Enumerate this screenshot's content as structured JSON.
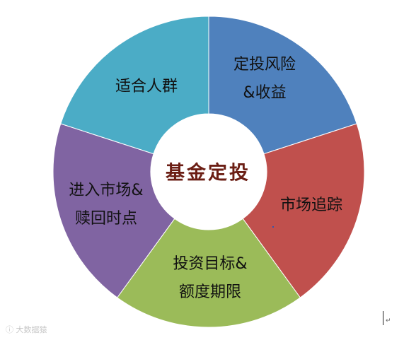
{
  "diagram": {
    "center_title": "基金定投",
    "segments": [
      {
        "label": "定投风险\n&收益",
        "color": "#4f81bd"
      },
      {
        "label": "市场追踪",
        "color": "#c0504d"
      },
      {
        "label": "投资目标&\n额度期限",
        "color": "#9bbb59"
      },
      {
        "label": "进入市场&\n赎回时点",
        "color": "#8064a2"
      },
      {
        "label": "适合人群",
        "color": "#4bacc6"
      }
    ]
  },
  "watermark": "大数据猿",
  "colors": {
    "title": "#6b1e14",
    "background": "#ffffff"
  }
}
